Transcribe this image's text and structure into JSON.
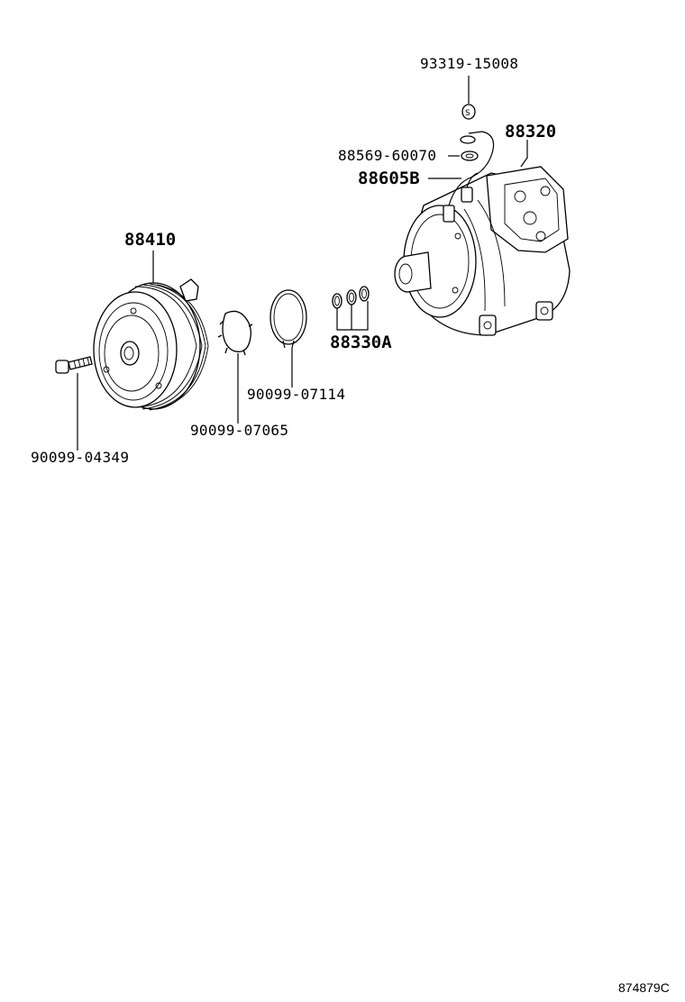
{
  "parts": {
    "p93319": "93319-15008",
    "p88320": "88320",
    "p88569": "88569-60070",
    "p88605": "88605B",
    "p88410": "88410",
    "p88330": "88330A",
    "p07114": "90099-07114",
    "p07065": "90099-07065",
    "p04349": "90099-04349"
  },
  "reference_code": "874879C"
}
